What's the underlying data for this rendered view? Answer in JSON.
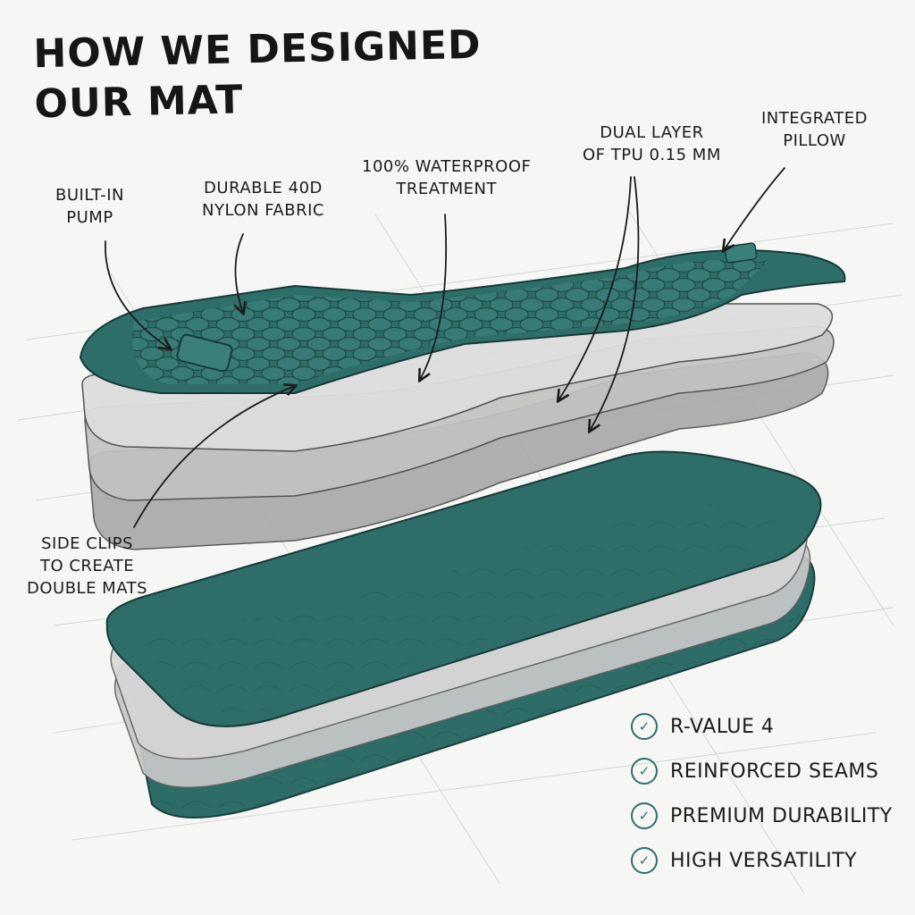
{
  "title": {
    "line1": "HOW WE DESIGNED",
    "line2": "OUR MAT"
  },
  "callouts": {
    "pump": {
      "line1": "BUILT-IN",
      "line2": "PUMP"
    },
    "fabric": {
      "line1": "DURABLE 40D",
      "line2": "NYLON FABRIC"
    },
    "waterproof": {
      "line1": "100% WATERPROOF",
      "line2": "TREATMENT"
    },
    "tpu": {
      "line1": "DUAL LAYER",
      "line2": "OF TPU 0.15 MM"
    },
    "pillow": {
      "line1": "INTEGRATED",
      "line2": "PILLOW"
    },
    "clips": {
      "line1": "SIDE CLIPS",
      "line2": "TO CREATE",
      "line3": "DOUBLE MATS"
    }
  },
  "features": [
    {
      "label": "R-VALUE 4",
      "icon": "check-circle-icon"
    },
    {
      "label": "REINFORCED SEAMS",
      "icon": "check-circle-icon"
    },
    {
      "label": "PREMIUM DURABILITY",
      "icon": "check-circle-icon"
    },
    {
      "label": "HIGH VERSATILITY",
      "icon": "check-circle-icon"
    }
  ],
  "colors": {
    "teal": "#2c6a66",
    "teal_dark": "#1f4f4c",
    "gray_light": "#d9d9d9",
    "gray_mid": "#bdbdbd",
    "gray_dark": "#9a9a9a",
    "ink": "#1c1c1c"
  }
}
